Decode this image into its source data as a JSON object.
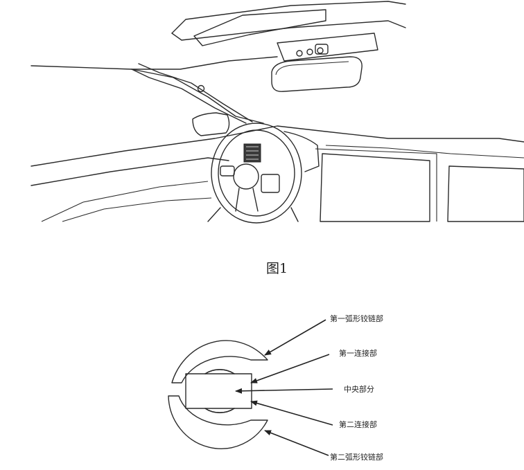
{
  "figure1": {
    "caption": "图1"
  },
  "figure2": {
    "labels": {
      "first_arc_hinge": "第一弧形铰链部",
      "first_connector": "第一连接部",
      "center_part": "中央部分",
      "second_connector": "第二连接部",
      "second_arc_hinge": "第二弧形铰链部"
    }
  }
}
